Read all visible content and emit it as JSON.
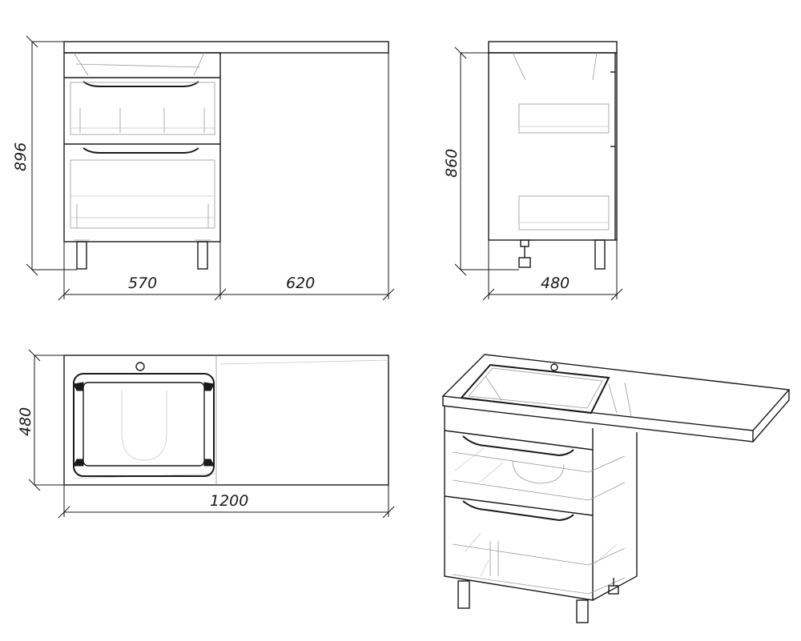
{
  "front_view": {
    "height": "896",
    "left_width": "570",
    "right_width": "620"
  },
  "side_view": {
    "height": "860",
    "depth": "480"
  },
  "top_view": {
    "depth": "480",
    "total_width": "1200"
  }
}
